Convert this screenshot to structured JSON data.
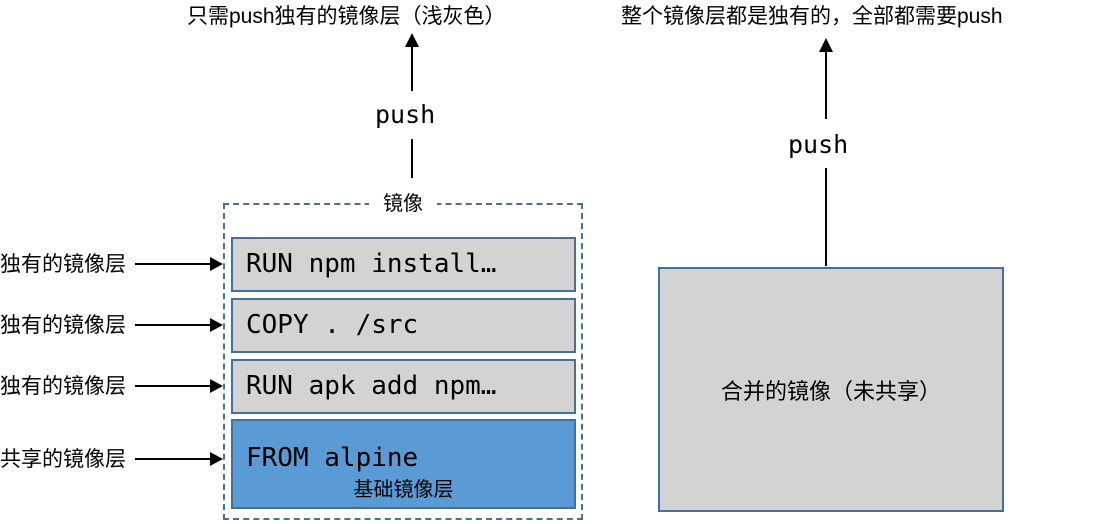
{
  "captions": {
    "left": "只需push独有的镜像层（浅灰色）",
    "right": "整个镜像层都是独有的，全部都需要push"
  },
  "push_left": "push",
  "push_right": "push",
  "image_box": {
    "title": "镜像",
    "layers": [
      {
        "command": "RUN npm install…"
      },
      {
        "command": "COPY . /src"
      },
      {
        "command": "RUN apk add npm…"
      },
      {
        "command": "FROM alpine",
        "sublabel": "基础镜像层"
      }
    ]
  },
  "side_labels": [
    "独有的镜像层",
    "独有的镜像层",
    "独有的镜像层",
    "共享的镜像层"
  ],
  "merged_box": {
    "label": "合并的镜像（未共享）"
  },
  "colors": {
    "shared_layer_fill": "#5b9bd5",
    "unique_layer_fill": "#d3d3d3",
    "layer_border": "#41719c",
    "dashed_border": "#4a7190",
    "arrow": "#000000",
    "text": "#000000"
  }
}
